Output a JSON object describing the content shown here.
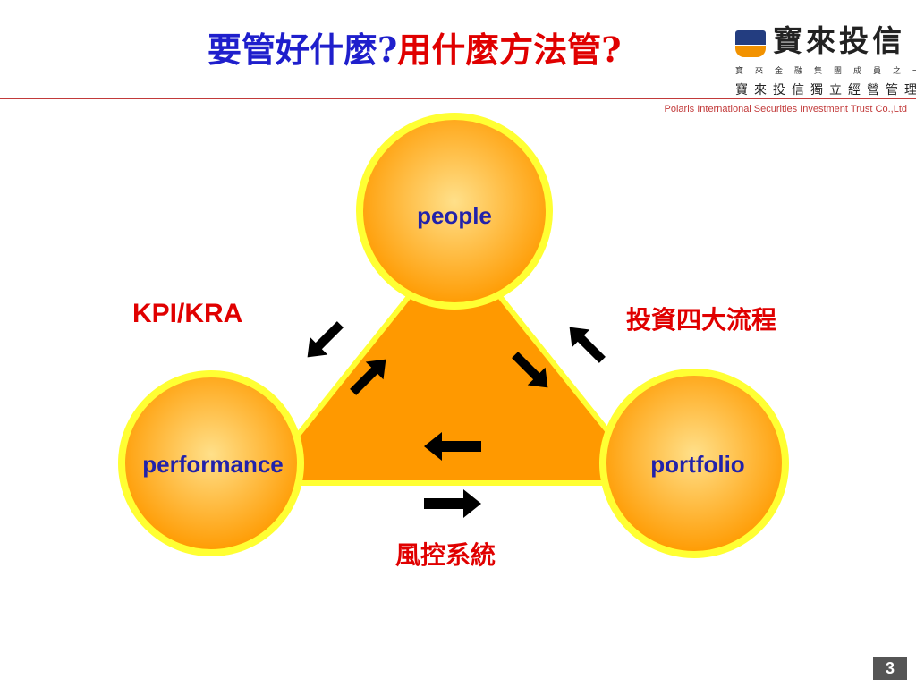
{
  "header": {
    "title_question": "要管好什麼?",
    "title_answer": "用什麼方法管?"
  },
  "logo": {
    "name": "寶來投信",
    "member_line": "寶來金融集團成員之一",
    "mgmt_line": "寶來投信獨立經營管理",
    "company_en": "Polaris International Securities Investment Trust Co.,Ltd"
  },
  "diagram": {
    "nodes": {
      "people": "people",
      "performance": "performance",
      "portfolio": "portfolio"
    },
    "labels": {
      "kpi": "KPI/KRA",
      "invest": "投資四大流程",
      "risk": "風控系統"
    }
  },
  "footer": {
    "page_number": "3"
  },
  "colors": {
    "triangle_fill": "#ff9900",
    "triangle_border": "#ffff33",
    "node_border": "#ffff33",
    "node_center": "#ffe08a",
    "node_edge": "#ff9a00",
    "question_text": "#1f1fcc",
    "answer_text": "#e00000",
    "node_text": "#2222aa"
  }
}
